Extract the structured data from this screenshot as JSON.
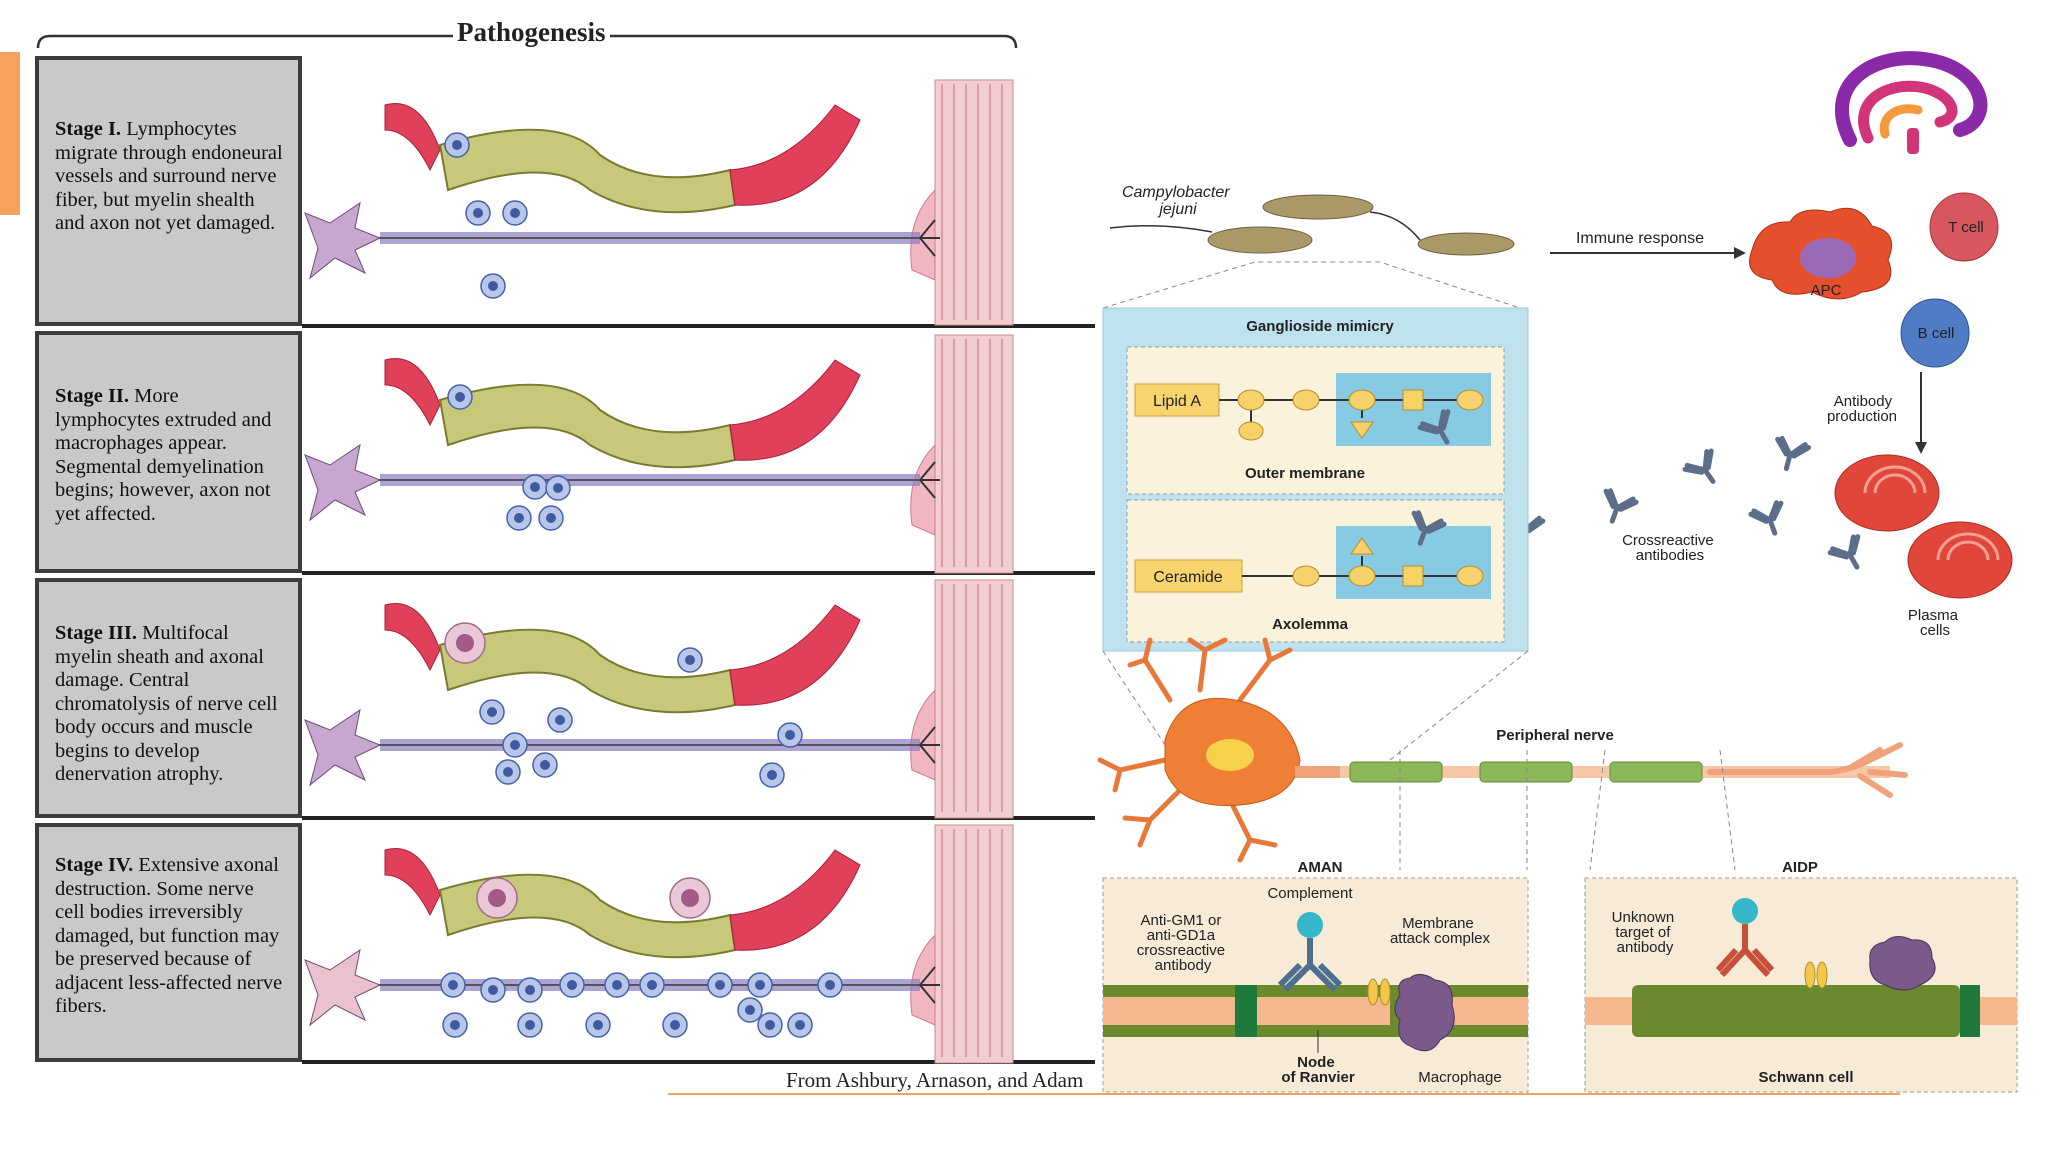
{
  "title": "Pathogenesis",
  "stages": [
    {
      "heading": "Stage I.",
      "text": "Lymphocytes migrate through endoneural vessels and surround nerve fiber, but myelin shealth and axon not yet damaged."
    },
    {
      "heading": "Stage II.",
      "text": "More lymphocytes extruded and macrophages appear. Segmental demyelination begins; however, axon not yet affected."
    },
    {
      "heading": "Stage III.",
      "text": "Multifocal myelin sheath and axonal damage. Central chromatolysis of nerve cell body occurs and muscle begins to develop denervation atrophy."
    },
    {
      "heading": "Stage IV.",
      "text": "Extensive axonal destruction. Some nerve cell bodies irreversibly damaged, but function may be preserved because of adjacent less-affected nerve fibers."
    }
  ],
  "credit": "From Ashbury, Arnason, and Adam",
  "right_diagram": {
    "bacterium": "Campylobacter jejuni",
    "immune_response": "Immune response",
    "apc": "APC",
    "t_cell": "T cell",
    "b_cell": "B cell",
    "antibody_production": "Antibody production",
    "mimicry_title": "Ganglioside mimicry",
    "lipid_a": "Lipid A",
    "outer_membrane": "Outer membrane",
    "ceramide": "Ceramide",
    "axolemma": "Axolemma",
    "crossreactive": "Crossreactive antibodies",
    "plasma_cells": "Plasma cells",
    "peripheral_nerve": "Peripheral nerve",
    "aman": "AMAN",
    "aidp": "AIDP",
    "complement": "Complement",
    "anti_gm1": "Anti-GM1 or anti-GD1a crossreactive antibody",
    "mac": "Membrane attack complex",
    "node": "Node of Ranvier",
    "macrophage": "Macrophage",
    "unknown_target": "Unknown target of antibody",
    "schwann": "Schwann cell"
  },
  "colors": {
    "accent": "#f6a25c",
    "stage_box": "#c9c9c9",
    "mimicry_bg": "#bfe3ee",
    "myelin": "#8db85a",
    "vessel": "#e0405a"
  }
}
